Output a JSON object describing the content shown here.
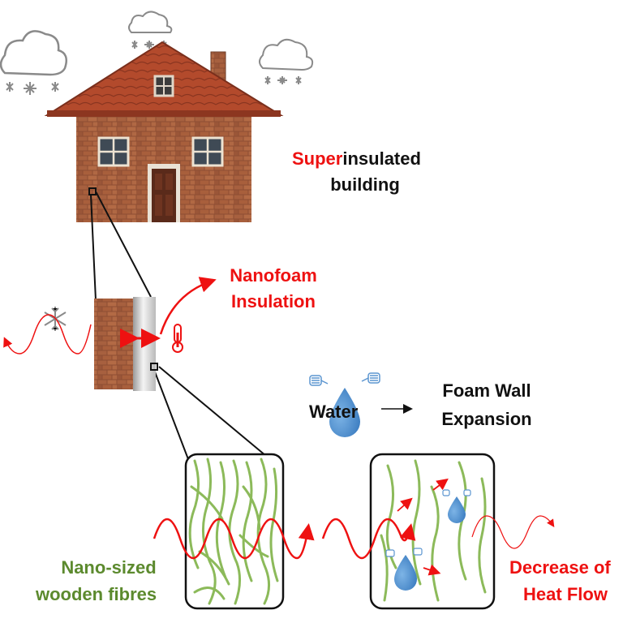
{
  "building": {
    "label_highlight": "Super",
    "label_rest": "insulated",
    "label_line2": "building"
  },
  "insulation": {
    "line1": "Nanofoam",
    "line2": "Insulation"
  },
  "water": {
    "label": "Water",
    "result_line1": "Foam Wall",
    "result_line2": "Expansion"
  },
  "fibres": {
    "line1": "Nano-sized",
    "line2": "wooden fibres"
  },
  "outcome": {
    "line1": "Decrease of",
    "line2": "Heat Flow"
  },
  "colors": {
    "heat_red": "#ee1111",
    "water_blue": "#4a8fd1",
    "fibre_green": "#8cba5a",
    "brick": "#9a5536",
    "roof": "#b5452a",
    "label_green": "#5c8a2e"
  },
  "icons": [
    "snow-cloud-icon",
    "snowflake-icon",
    "thermometer-icon",
    "water-drop-icon",
    "heat-wave-icon"
  ]
}
